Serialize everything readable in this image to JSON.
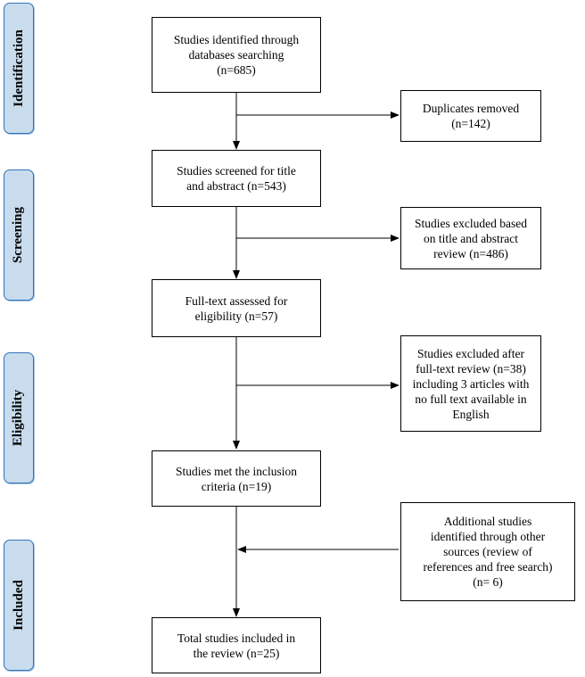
{
  "phases": {
    "identification": "Identification",
    "screening": "Screening",
    "eligibility": "Eligibility",
    "included": "Included"
  },
  "boxes": {
    "identified": [
      "Studies identified through",
      "databases searching",
      "(n=685)"
    ],
    "duplicates": [
      "Duplicates removed",
      "(n=142)"
    ],
    "screened": [
      "Studies screened for title",
      "and abstract (n=543)"
    ],
    "excluded_title": [
      "Studies excluded based",
      "on title and abstract",
      "review (n=486)"
    ],
    "fulltext": [
      "Full-text assessed for",
      "eligibility (n=57)"
    ],
    "excluded_fulltext": [
      "Studies excluded after",
      "full-text review (n=38)",
      "including 3 articles with",
      "no full text available in",
      "English"
    ],
    "met_criteria": [
      "Studies met the inclusion",
      "criteria (n=19)"
    ],
    "additional": [
      "Additional studies",
      "identified through other",
      "sources (review of",
      "references and free search)",
      "(n= 6)"
    ],
    "total": [
      "Total studies included in",
      "the review (n=25)"
    ]
  },
  "colors": {
    "phase_fill": "#c9dcee",
    "phase_border": "#2e75b6",
    "line": "#000000"
  }
}
